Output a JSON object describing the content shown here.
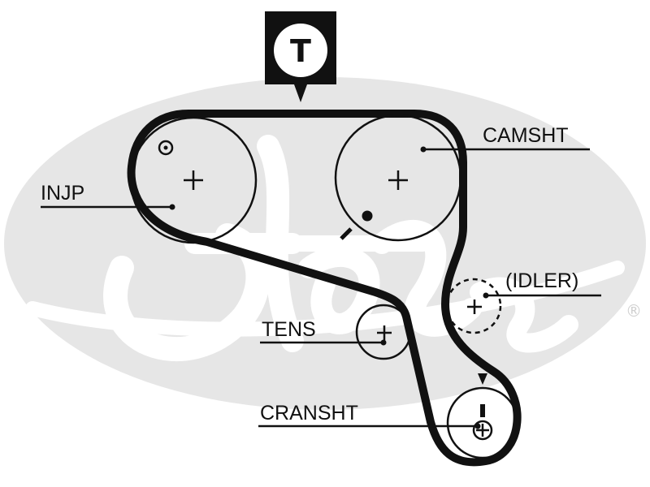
{
  "labels": {
    "camshaft": "CAMSHT",
    "injection_pump": "INJP",
    "idler": "(IDLER)",
    "tensioner": "TENS",
    "crankshaft": "CRANSHT"
  },
  "timing_marker": {
    "letter": "T"
  },
  "watermark": {
    "brand": "Gates",
    "registered_symbol": "®"
  },
  "colors": {
    "ink": "#111111",
    "watermark": "#e4e4e4"
  }
}
